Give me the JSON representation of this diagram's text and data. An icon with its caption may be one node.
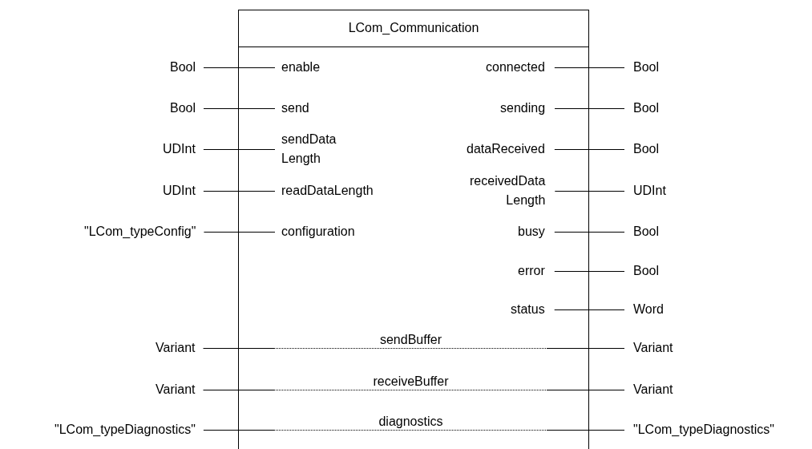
{
  "diagram": {
    "nodes": [
      {
        "text": [
          "LCom_Communication"
        ]
      },
      {
        "text": [
          "Bool"
        ]
      },
      {
        "text": [
          "enable"
        ],
        "in": 0
      },
      {
        "text": [
          "connected"
        ],
        "in": 0
      },
      {
        "text": [
          "Bool"
        ]
      },
      {
        "text": [
          "Bool"
        ]
      },
      {
        "text": [
          "send"
        ],
        "in": 0
      },
      {
        "text": [
          "sending"
        ],
        "in": 0
      },
      {
        "text": [
          "Bool"
        ]
      },
      {
        "text": [
          "UDInt"
        ]
      },
      {
        "text": [
          "sendData Length"
        ],
        "in": 0
      },
      {
        "text": [
          "dataReceived"
        ],
        "in": 0
      },
      {
        "text": [
          "Bool"
        ]
      },
      {
        "text": [
          "UDInt"
        ]
      },
      {
        "text": [
          "readDataLength"
        ],
        "in": 0
      },
      {
        "text": [
          "receivedData Length"
        ],
        "in": 0
      },
      {
        "text": [
          "UDInt"
        ]
      },
      {
        "text": [
          "\"LCom_typeConfig\""
        ]
      },
      {
        "text": [
          "configuration"
        ],
        "in": 0
      },
      {
        "text": [
          "busy"
        ],
        "in": 0
      },
      {
        "text": [
          "Bool"
        ]
      },
      {
        "text": [
          "error"
        ],
        "in": 0
      },
      {
        "text": [
          "Bool"
        ]
      },
      {
        "text": [
          "status"
        ],
        "in": 0
      },
      {
        "text": [
          "Word"
        ]
      },
      {
        "text": [
          "Variant"
        ]
      },
      {
        "text": [
          "sendBuffer"
        ],
        "in": 0
      },
      {
        "text": [
          "Variant"
        ]
      },
      {
        "text": [
          "Variant"
        ]
      },
      {
        "text": [
          "receiveBuffer"
        ],
        "in": 0
      },
      {
        "text": [
          "Variant"
        ]
      },
      {
        "text": [
          "\"LCom_typeDiagnostics\""
        ]
      },
      {
        "text": [
          "diagnostics"
        ],
        "in": 0
      },
      {
        "text": [
          "\"LCom_typeDiagnostics\""
        ]
      }
    ],
    "edges": [
      {
        "from": 1,
        "to": 2,
        "arrow": "none"
      },
      {
        "from": 3,
        "to": 4,
        "arrow": "none"
      },
      {
        "from": 5,
        "to": 6,
        "arrow": "none"
      },
      {
        "from": 7,
        "to": 8,
        "arrow": "none"
      },
      {
        "from": 9,
        "to": 10,
        "arrow": "none"
      },
      {
        "from": 11,
        "to": 12,
        "arrow": "none"
      },
      {
        "from": 13,
        "to": 14,
        "arrow": "none"
      },
      {
        "from": 15,
        "to": 16,
        "arrow": "none"
      },
      {
        "from": 17,
        "to": 18,
        "arrow": "none"
      },
      {
        "from": 19,
        "to": 20,
        "arrow": "none"
      },
      {
        "from": 21,
        "to": 22,
        "arrow": "none"
      },
      {
        "from": 23,
        "to": 24,
        "arrow": "none"
      },
      {
        "from": 25,
        "to": 26,
        "arrow": "none"
      },
      {
        "from": 26,
        "to": 27,
        "arrow": "none"
      },
      {
        "from": 28,
        "to": 29,
        "arrow": "none"
      },
      {
        "from": 29,
        "to": 30,
        "arrow": "none"
      },
      {
        "from": 31,
        "to": 32,
        "arrow": "none"
      },
      {
        "from": 32,
        "to": 33,
        "arrow": "none"
      }
    ]
  }
}
